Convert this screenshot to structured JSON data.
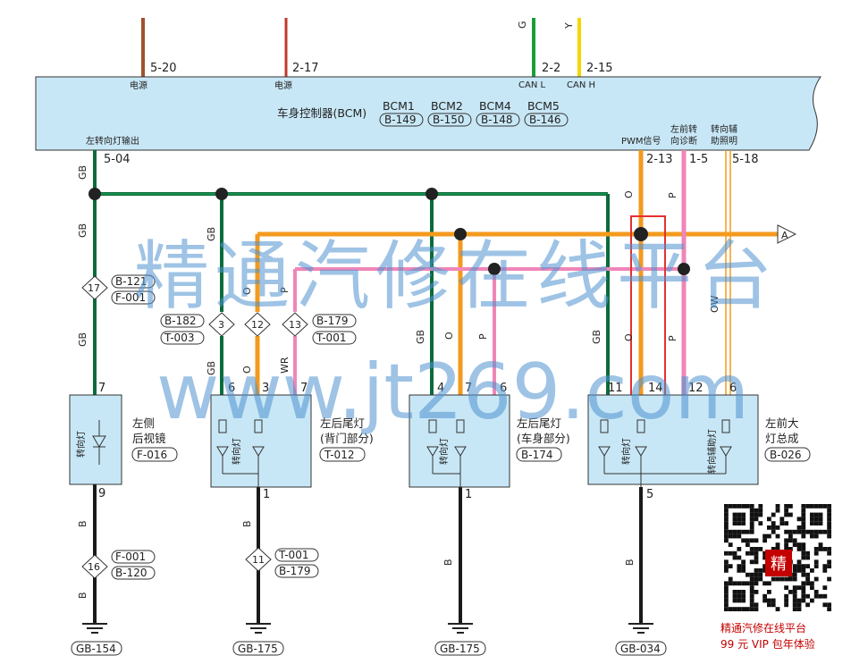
{
  "top_wires": [
    {
      "code": "5-20",
      "label": "电源",
      "color": "#a0522d"
    },
    {
      "code": "2-17",
      "label": "电源",
      "color": "#c0392b"
    },
    {
      "code": "2-2",
      "label": "CAN L",
      "letter": "G",
      "color": "#1a9e3a"
    },
    {
      "code": "2-15",
      "label": "CAN H",
      "letter": "Y",
      "color": "#f2d600"
    }
  ],
  "bcm": {
    "title": "车身控制器(BCM)",
    "modules": [
      {
        "name": "BCM1",
        "ref": "B-149"
      },
      {
        "name": "BCM2",
        "ref": "B-150"
      },
      {
        "name": "BCM4",
        "ref": "B-148"
      },
      {
        "name": "BCM5",
        "ref": "B-146"
      }
    ],
    "outputs": [
      {
        "label": "左转向灯输出",
        "code": "5-04"
      },
      {
        "label": "PWM信号",
        "code": "2-13"
      },
      {
        "label1": "左前转",
        "label2": "向诊断",
        "code": "1-5"
      },
      {
        "label1": "转向辅",
        "label2": "助照明",
        "code": "5-18"
      }
    ]
  },
  "wire_colors": {
    "GB": "#0b6b3a",
    "O": "#f39a1e",
    "P": "#ef86b8",
    "OW": "#f39a1e",
    "B": "#1a1a1a"
  },
  "wire_labels": {
    "gb": "GB",
    "o": "O",
    "p": "P",
    "wr": "WR",
    "ow": "OW",
    "b": "B"
  },
  "offpage_arrow": "A",
  "splices": [
    {
      "num": "17",
      "refs": [
        "B-121",
        "F-001"
      ]
    },
    {
      "num": "3",
      "refs": [
        "B-182",
        "T-003"
      ]
    },
    {
      "num": "12",
      "refs": []
    },
    {
      "num": "13",
      "refs": [
        "B-179",
        "T-001"
      ]
    },
    {
      "num": "16",
      "refs": [
        "F-001",
        "B-120"
      ]
    },
    {
      "num": "11",
      "refs": [
        "T-001",
        "B-179"
      ]
    }
  ],
  "components": [
    {
      "name1": "左侧",
      "name2": "后视镜",
      "ref": "F-016",
      "lamp": "转向灯",
      "pins_in": [
        "7"
      ],
      "pin_out": "9"
    },
    {
      "name1": "左后尾灯",
      "name2": "(背门部分)",
      "ref": "T-012",
      "lamp": "转向灯",
      "pins_in": [
        "6",
        "3",
        "7"
      ],
      "pin_out": "1"
    },
    {
      "name1": "左后尾灯",
      "name2": "(车身部分)",
      "ref": "B-174",
      "lamp": "转向灯",
      "pins_in": [
        "4",
        "7",
        "6"
      ],
      "pin_out": "1"
    },
    {
      "name1": "左前大",
      "name2": "灯总成",
      "ref": "B-026",
      "lamp": "转向灯",
      "lamp2": "转向辅助灯",
      "pins_in": [
        "11",
        "14",
        "12",
        "6"
      ],
      "pin_out": "5"
    }
  ],
  "grounds": [
    "GB-154",
    "GB-175",
    "GB-175",
    "GB-034"
  ],
  "watermark": {
    "line1": "精通汽修在线平台",
    "line2": "www.jt269.com"
  },
  "promo": {
    "badge": "精",
    "line1": "精通汽修在线平台",
    "line2": "99 元 VIP 包年体验"
  }
}
